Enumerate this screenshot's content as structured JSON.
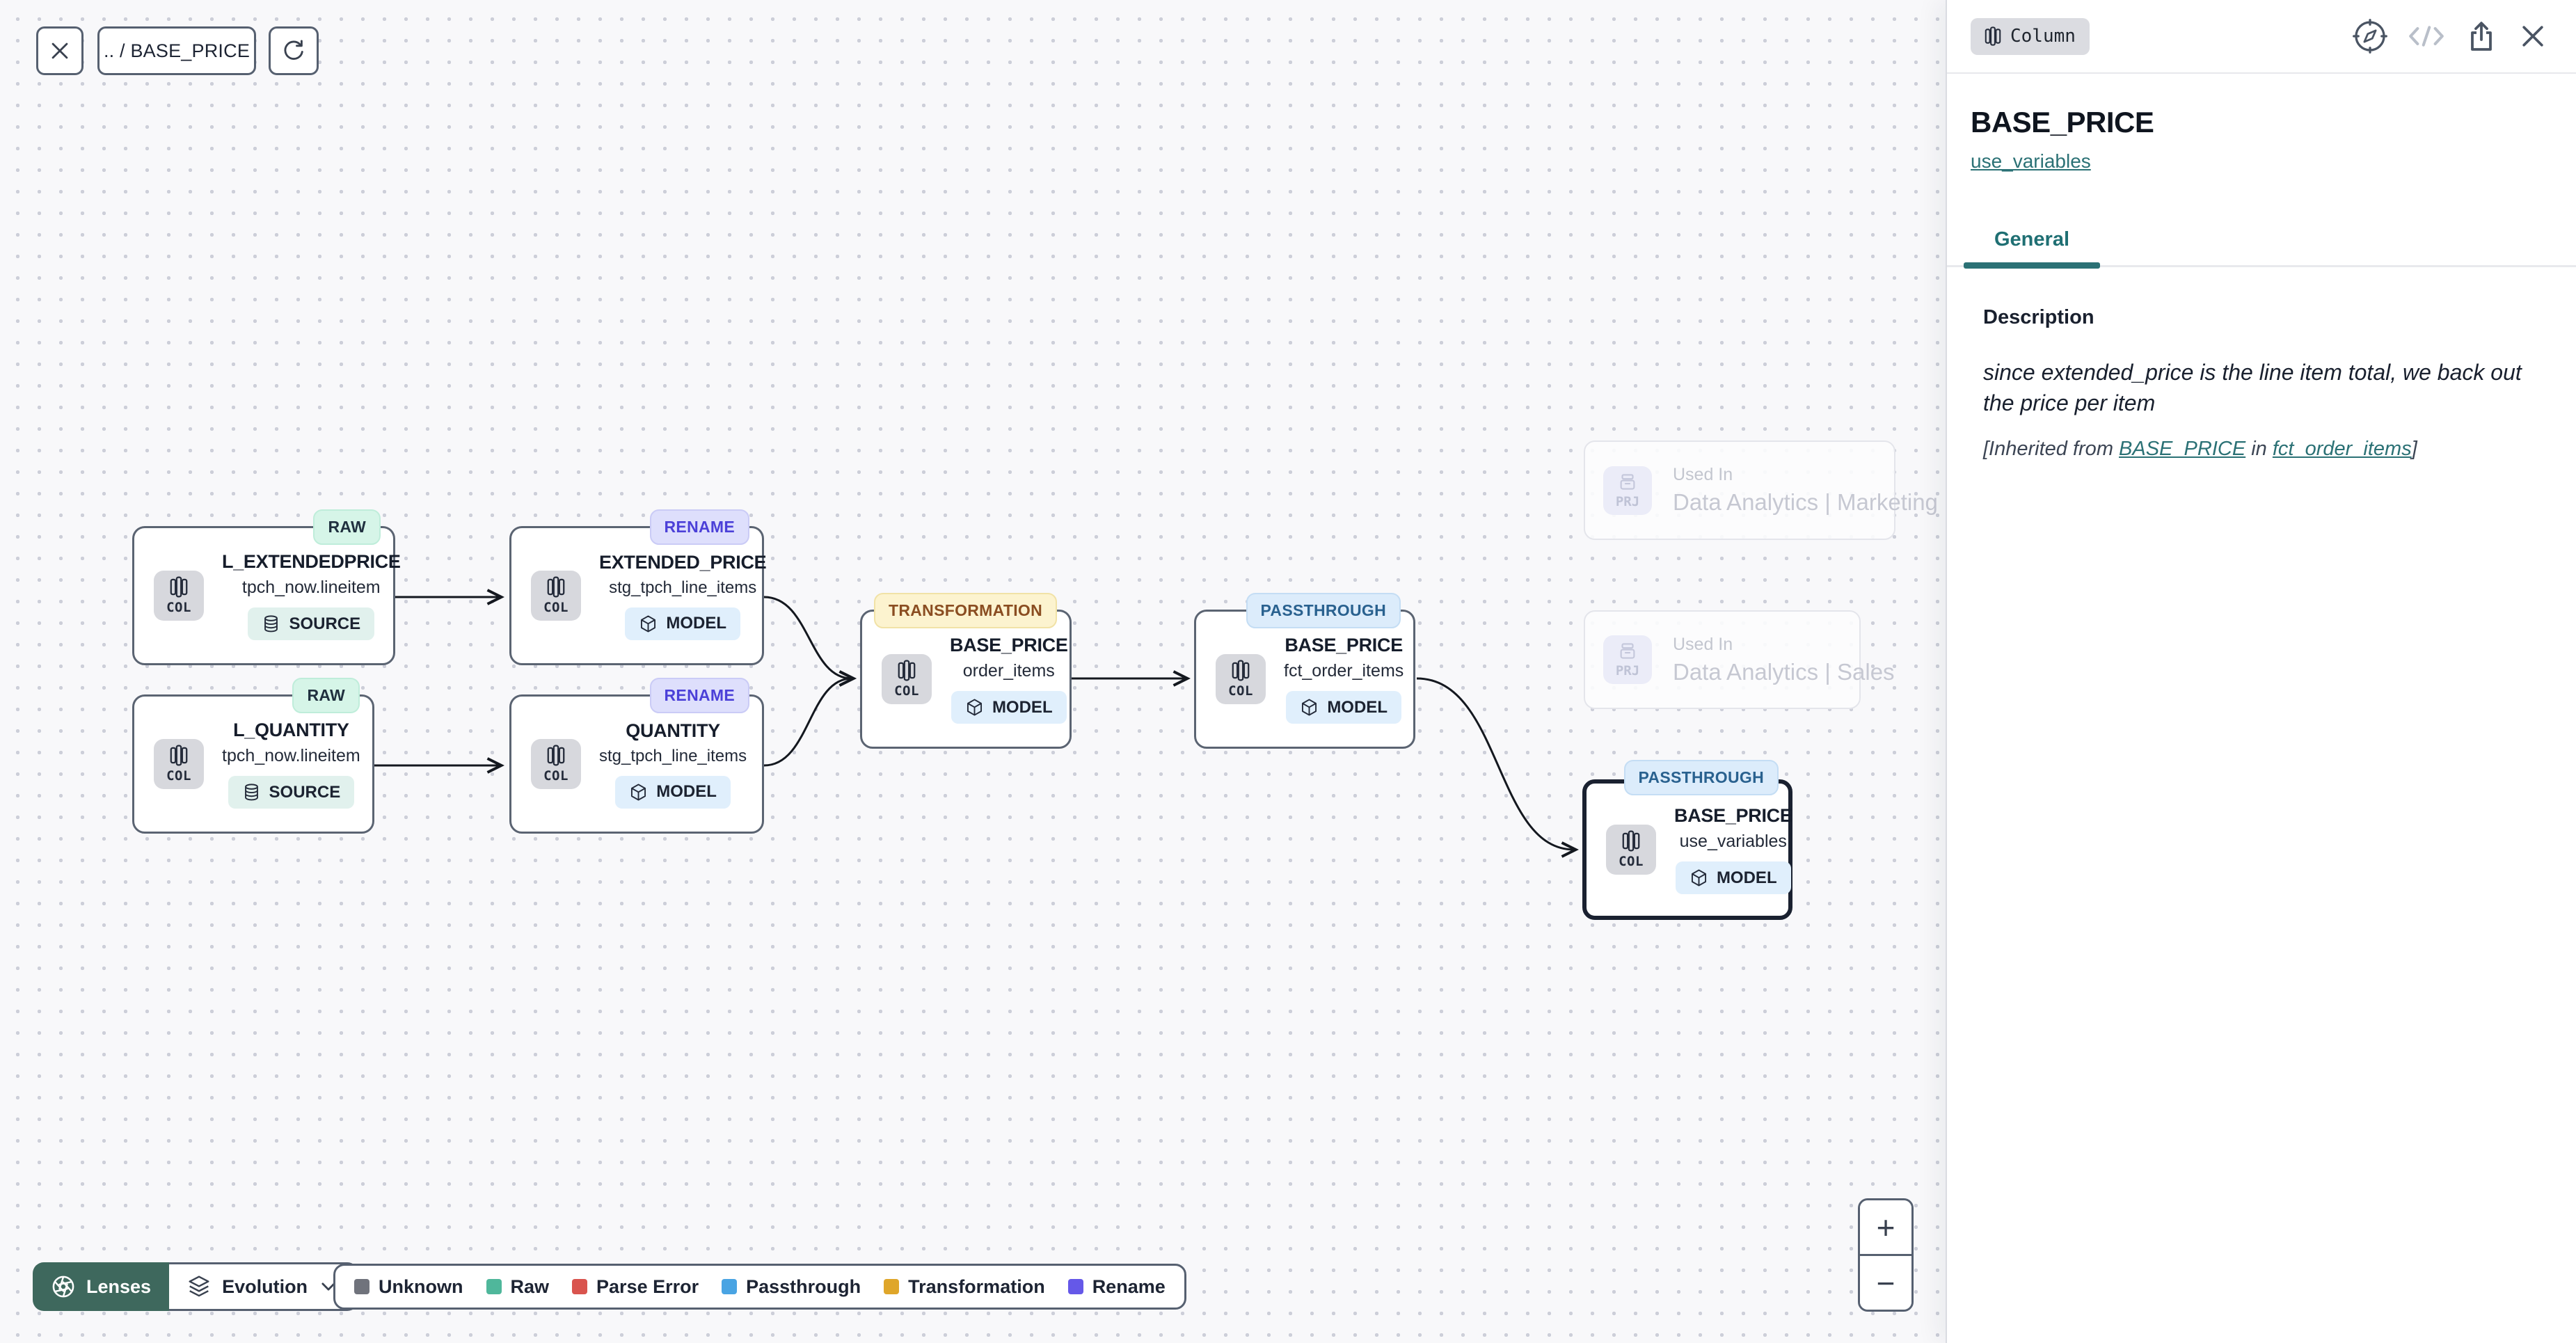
{
  "toolbar": {
    "breadcrumb": ".. / BASE_PRICE"
  },
  "canvas": {
    "col_label": "COL",
    "prj_label": "PRJ",
    "nodes": [
      {
        "lens": "RAW",
        "title": "L_EXTENDEDPRICE",
        "subtitle": "tpch_now.lineitem",
        "kind": "SOURCE"
      },
      {
        "lens": "RENAME",
        "title": "EXTENDED_PRICE",
        "subtitle": "stg_tpch_line_items",
        "kind": "MODEL"
      },
      {
        "lens": "RAW",
        "title": "L_QUANTITY",
        "subtitle": "tpch_now.lineitem",
        "kind": "SOURCE"
      },
      {
        "lens": "RENAME",
        "title": "QUANTITY",
        "subtitle": "stg_tpch_line_items",
        "kind": "MODEL"
      },
      {
        "lens": "TRANSFORMATION",
        "title": "BASE_PRICE",
        "subtitle": "order_items",
        "kind": "MODEL"
      },
      {
        "lens": "PASSTHROUGH",
        "title": "BASE_PRICE",
        "subtitle": "fct_order_items",
        "kind": "MODEL"
      },
      {
        "lens": "PASSTHROUGH",
        "title": "BASE_PRICE",
        "subtitle": "use_variables",
        "kind": "MODEL"
      }
    ],
    "ghosts": [
      {
        "label": "Used In",
        "name": "Data Analytics | Marketing"
      },
      {
        "label": "Used In",
        "name": "Data Analytics | Sales"
      }
    ],
    "lenses": {
      "button": "Lenses",
      "mode": "Evolution"
    },
    "legend": [
      {
        "label": "Unknown",
        "color": "#70737c"
      },
      {
        "label": "Raw",
        "color": "#4fb79b"
      },
      {
        "label": "Parse Error",
        "color": "#d9544e"
      },
      {
        "label": "Passthrough",
        "color": "#49a4e3"
      },
      {
        "label": "Transformation",
        "color": "#dfa62a"
      },
      {
        "label": "Rename",
        "color": "#6558e8"
      }
    ],
    "zoom": {
      "in": "+",
      "out": "−"
    }
  },
  "panel": {
    "chip": "Column",
    "title": "BASE_PRICE",
    "model_link": "use_variables",
    "tabs": [
      {
        "label": "General"
      }
    ],
    "description": {
      "heading": "Description",
      "body": "since extended_price is the line item total, we back out the price per item",
      "inherited": {
        "prefix": "[Inherited from ",
        "column_link": "BASE_PRICE",
        "middle": " in ",
        "model_link": "fct_order_items",
        "suffix": "]"
      }
    }
  },
  "colors": {
    "accent_teal": "#2b7175",
    "node_border": "#5b6472",
    "selected_node_border": "#1a2130",
    "canvas_bg": "#f8f8fa",
    "lenses_button_bg": "#3e685d"
  }
}
